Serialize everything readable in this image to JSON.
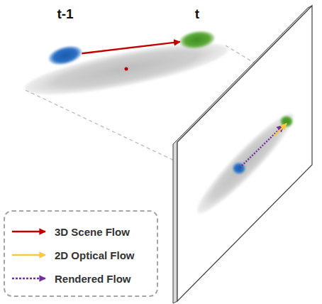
{
  "diagram": {
    "nodes": [
      {
        "text": [
          "t-1"
        ]
      },
      {
        "text": [
          "t"
        ]
      }
    ],
    "edges": [
      {
        "from": 0,
        "to": 1,
        "arrow": "to"
      }
    ],
    "legend": [
      {
        "text": "3D Scene Flow"
      },
      {
        "text": "2D Optical Flow"
      },
      {
        "text": "Rendered Flow"
      }
    ]
  }
}
